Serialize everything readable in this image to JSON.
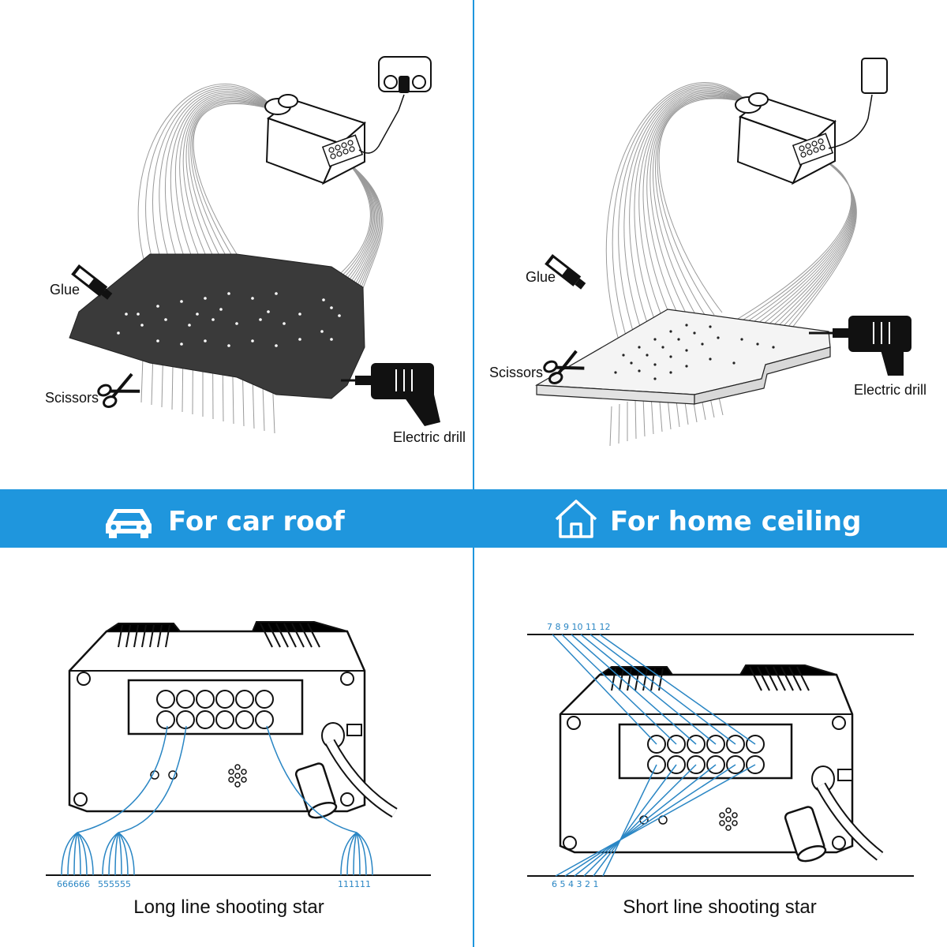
{
  "colors": {
    "banner": "#1f96dd",
    "divider": "#1f96dd",
    "fiber_blue": "#2a86c4",
    "panel_dark": "#3a3a3a",
    "panel_light": "#f4f4f4",
    "ink": "#111111"
  },
  "top_left": {
    "tools": {
      "glue": "Glue",
      "scissors": "Scissors",
      "drill": "Electric drill"
    }
  },
  "top_right": {
    "tools": {
      "glue": "Glue",
      "scissors": "Scissors",
      "drill": "Electric drill"
    }
  },
  "banner": {
    "left": {
      "icon": "car-icon",
      "label": "For car roof"
    },
    "right": {
      "icon": "house-icon",
      "label": "For home ceiling"
    }
  },
  "bottom_left": {
    "caption": "Long line shooting star",
    "group_labels": [
      "666666",
      "555555",
      "111111"
    ]
  },
  "bottom_right": {
    "caption": "Short line shooting star",
    "top_numbers": "7 8 9 10 11 12",
    "bottom_numbers": "6 5 4 3 2 1"
  }
}
